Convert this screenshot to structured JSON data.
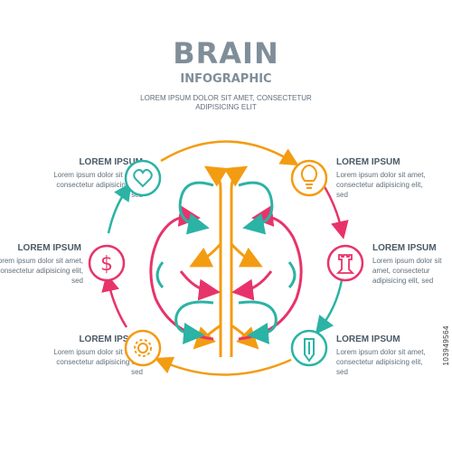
{
  "header": {
    "title": "BRAIN",
    "subtitle": "INFOGRAPHIC",
    "description": "LOREM IPSUM DOLOR SIT AMET, CONSECTETUR ADIPISICING ELIT"
  },
  "items": [
    {
      "title": "LOREM IPSUM",
      "text": "Lorem ipsum dolor sit amet, consectetur adipisicing elit, sed",
      "icon": "heart-icon",
      "color": "#2bb3a5"
    },
    {
      "title": "LOREM IPSUM",
      "text": "Lorem ipsum dolor sit amet, consectetur adipisicing elit, sed",
      "icon": "dollar-icon",
      "color": "#e8336a"
    },
    {
      "title": "LOREM IPSUM",
      "text": "Lorem ipsum dolor sit amet, consectetur adipisicing elit, sed",
      "icon": "gear-icon",
      "color": "#f39c12"
    },
    {
      "title": "LOREM IPSUM",
      "text": "Lorem ipsum dolor sit amet, consectetur adipisicing elit, sed",
      "icon": "lightbulb-icon",
      "color": "#f39c12"
    },
    {
      "title": "LOREM IPSUM",
      "text": "Lorem ipsum dolor sit amet, consectetur adipisicing elit, sed",
      "icon": "chess-rook-icon",
      "color": "#e8336a"
    },
    {
      "title": "LOREM IPSUM",
      "text": "Lorem ipsum dolor sit amet, consectetur adipisicing elit, sed",
      "icon": "pencil-icon",
      "color": "#2bb3a5"
    }
  ],
  "watermark": "103949564",
  "colors": {
    "teal": "#2bb3a5",
    "pink": "#e8336a",
    "orange": "#f39c12",
    "gray": "#7f8e99"
  }
}
